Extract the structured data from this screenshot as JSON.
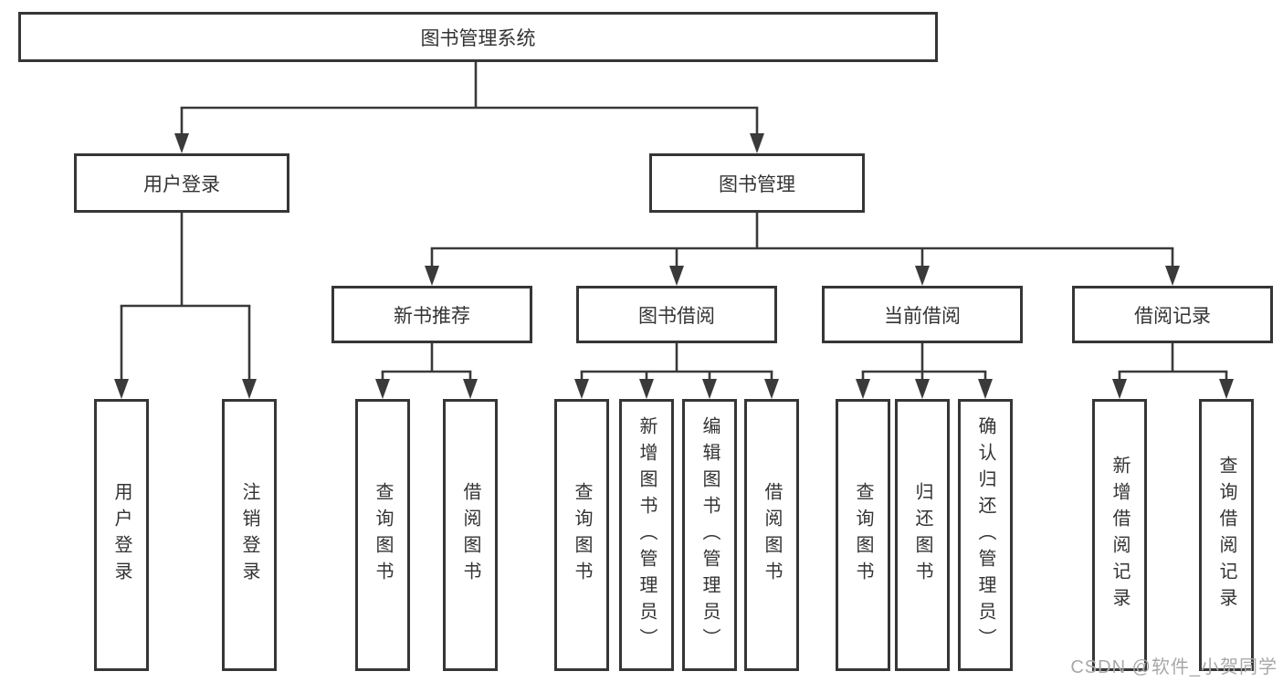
{
  "tree": {
    "label": "图书管理系统",
    "children": [
      {
        "label": "用户登录",
        "children": [
          {
            "label": "用户登录"
          },
          {
            "label": "注销登录"
          }
        ]
      },
      {
        "label": "图书管理",
        "children": [
          {
            "label": "新书推荐",
            "children": [
              {
                "label": "查询图书"
              },
              {
                "label": "借阅图书"
              }
            ]
          },
          {
            "label": "图书借阅",
            "children": [
              {
                "label": "查询图书"
              },
              {
                "label": "新增图书（管理员）"
              },
              {
                "label": "编辑图书（管理员）"
              },
              {
                "label": "借阅图书"
              }
            ]
          },
          {
            "label": "当前借阅",
            "children": [
              {
                "label": "查询图书"
              },
              {
                "label": "归还图书"
              },
              {
                "label": "确认归还（管理员）"
              }
            ]
          },
          {
            "label": "借阅记录",
            "children": [
              {
                "label": "新增借阅记录"
              },
              {
                "label": "查询借阅记录"
              }
            ]
          }
        ]
      }
    ]
  },
  "watermark": "CSDN @软件_小贺同学",
  "colors": {
    "line": "#3a3a3a",
    "box_border": "#363636",
    "text": "#333333",
    "watermark": "#a8a8a8",
    "background": "#ffffff"
  }
}
